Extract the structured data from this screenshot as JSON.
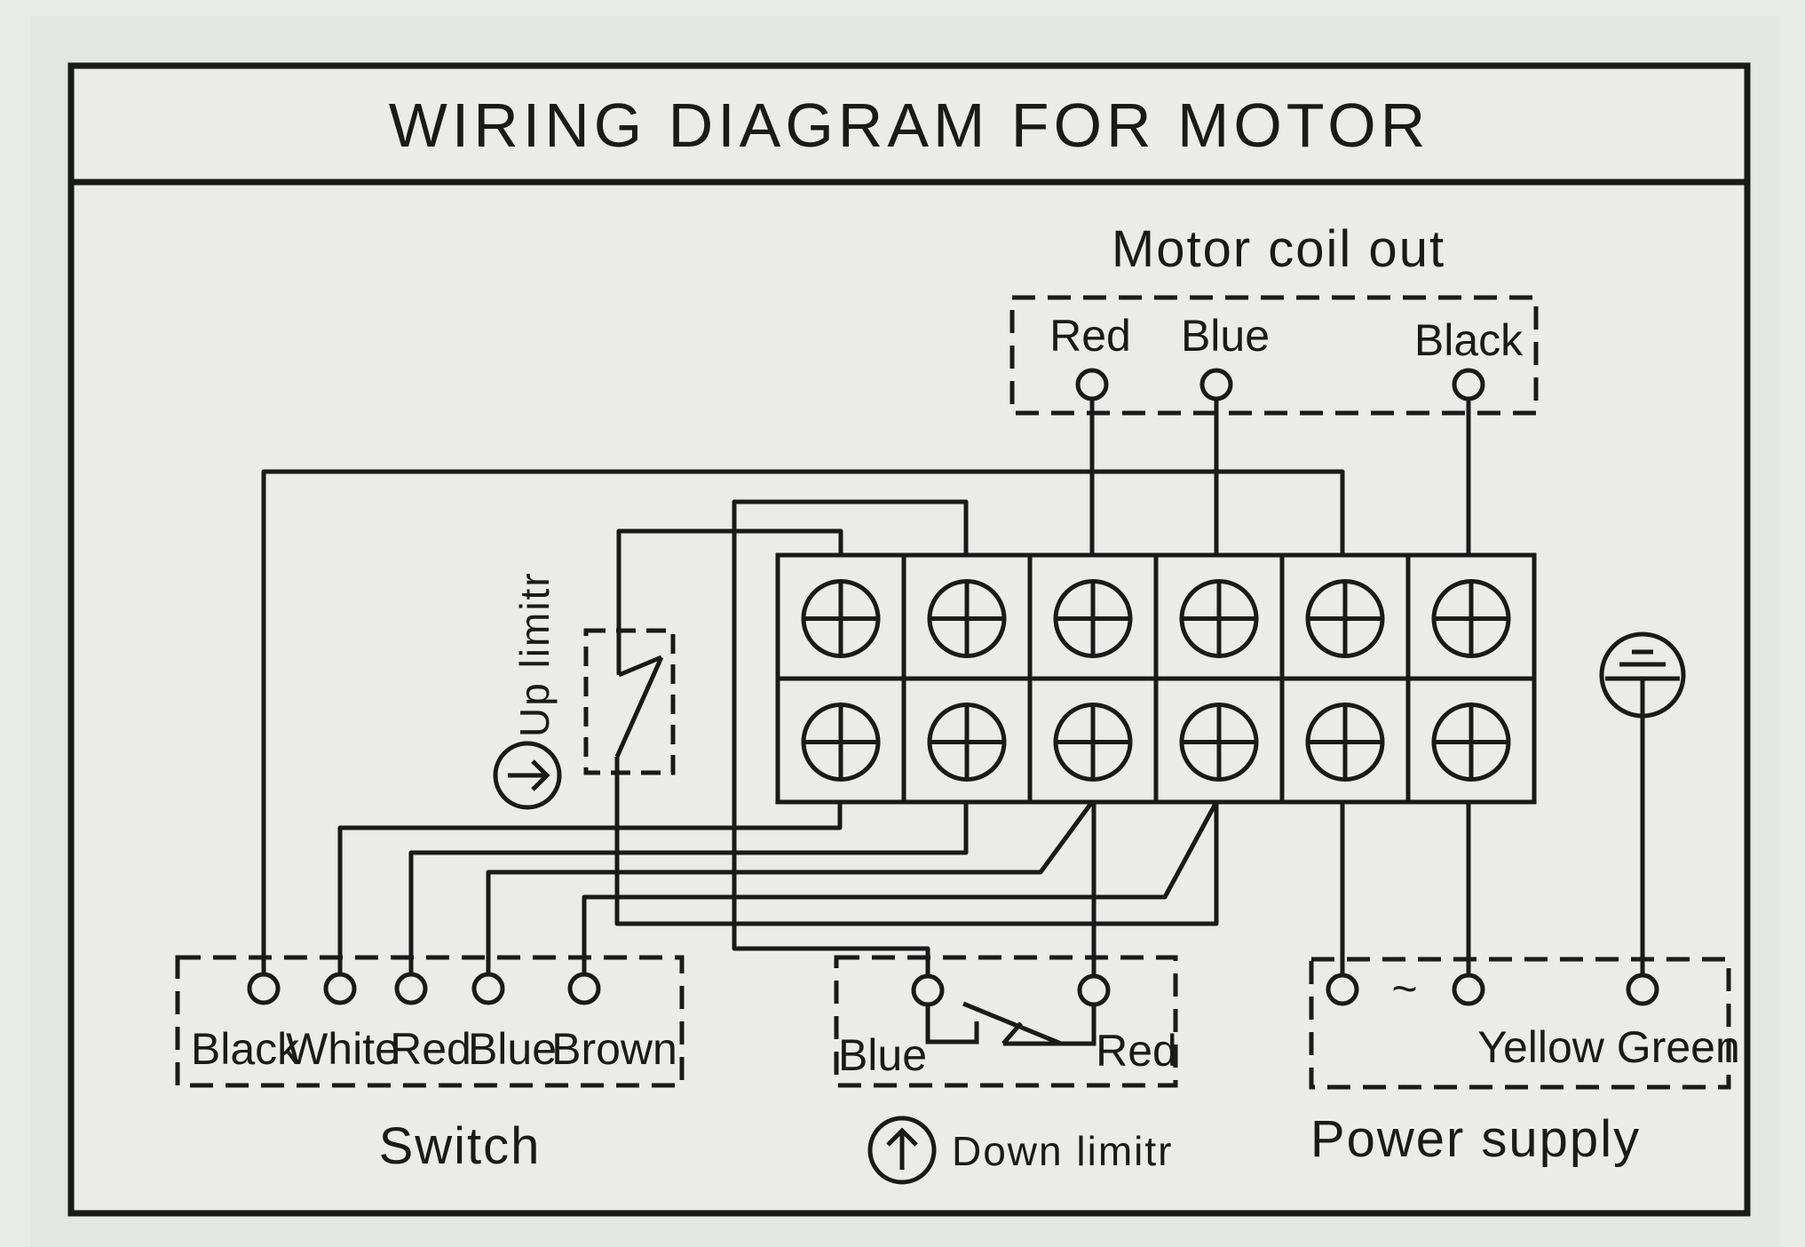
{
  "title": "WIRING DIAGRAM FOR MOTOR",
  "motor_coil": {
    "heading": "Motor coil out",
    "terminals": [
      "Red",
      "Blue",
      "Black"
    ]
  },
  "up_limit": {
    "label": "Up limitr",
    "arrow_icon": "arrow-right-circle-icon"
  },
  "switch": {
    "label": "Switch",
    "terminals": [
      "Black",
      "White",
      "Red",
      "Blue",
      "Brown"
    ]
  },
  "down_limit": {
    "label": "Down limitr",
    "arrow_icon": "arrow-up-circle-icon",
    "terminals": [
      "Blue",
      "Red"
    ]
  },
  "power_supply": {
    "label": "Power supply",
    "ac_symbol": "~",
    "ground_label": "Yellow Green"
  },
  "terminal_block": {
    "columns": 6,
    "rows": 2
  },
  "colors": {
    "ink": "#1a1a1a",
    "sticker": "#e6e8e5",
    "panel": "#ebece9"
  }
}
